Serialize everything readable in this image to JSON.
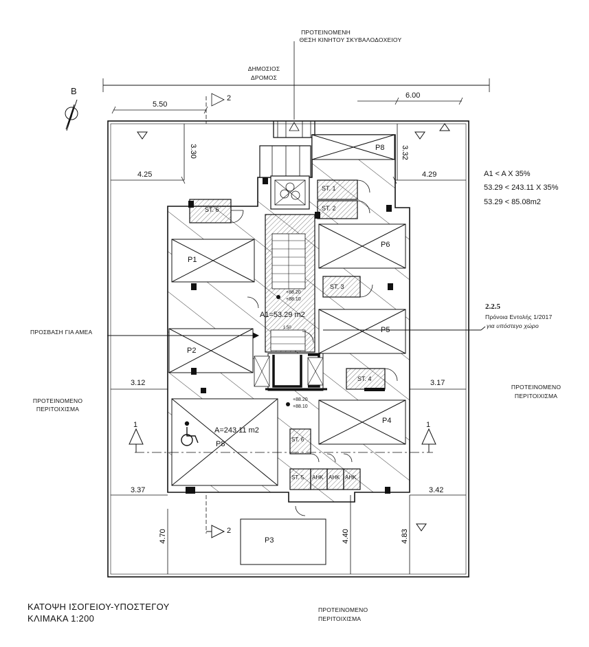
{
  "drawing": {
    "title": "ΚΑΤΟΨΗ ΙΣΟΓΕΙΟΥ-ΥΠΟΣΤΕΓΟΥ",
    "scale": "ΚΛΙΜΑΚΑ 1:200",
    "north_label": "B"
  },
  "annotations": {
    "bin_line1": "ΠΡΟΤΕΙΝΟΜΕΝΗ",
    "bin_line2": "ΘΕΣΗ ΚΙΝΗΤΟΥ  ΣΚΥΒΑΛΟΔΟΧΕΙΟΥ",
    "road_line1": "ΔΗΜΟΣΙΟΣ",
    "road_line2": "ΔΡΟΜΟΣ",
    "access": "ΠΡΟΣΒΑΣΗ ΓΙΑ ΑΜΕΑ",
    "wall_left_1": "ΠΡΟΤΕΙΝΟΜΕΝΟ",
    "wall_left_2": "ΠΕΡΙΤΟΙΧΙΣΜΑ",
    "wall_right_1": "ΠΡΟΤΕΙΝΟΜΕΝΟ",
    "wall_right_2": "ΠΕΡΙΤΟΙΧΙΣΜΑ",
    "wall_bottom_1": "ΠΡΟΤΕΙΝΟΜΕΝΟ",
    "wall_bottom_2": "ΠΕΡΙΤΟΙΧΙΣΜΑ",
    "rule_code": "2.2.5",
    "rule_line1": "Πρόνοια Εντολής 1/2017",
    "rule_line2": "για υπόστεγο χώρο"
  },
  "calc": {
    "line1": "A1  <  A X 35%",
    "line2": "53.29  <  243.11 X 35%",
    "line3": "53.29  <  85.08m2"
  },
  "dimensions": {
    "d550": "5.50",
    "d600": "6.00",
    "d330": "3.30",
    "d332": "3.32",
    "d425": "4.25",
    "d429": "4.29",
    "d312": "3.12",
    "d317": "3.17",
    "d337": "3.37",
    "d342": "3.42",
    "d470": "4.70",
    "d440": "4.40",
    "d483": "4.83"
  },
  "section_marks": {
    "s2": "2",
    "s1": "1"
  },
  "areas": {
    "a1": "A1=53.29 m2",
    "total": "A=243.11 m2"
  },
  "levels": {
    "upper_a": "+88.20",
    "upper_b": "+88.10",
    "lower_a": "+88.20",
    "lower_b": "+88.10",
    "stair": "1.50"
  },
  "parking": [
    "P1",
    "P2",
    "P3",
    "P4",
    "P5",
    "P6",
    "P8",
    "P8"
  ],
  "storage": [
    "ST. 1",
    "ST. 2",
    "ST. 3",
    "ST. 4",
    "ST. 5",
    "ST. 6",
    "ST. 6"
  ],
  "meters": [
    "ΑΗΚ",
    "ΑΗΚ",
    "ΑΗΚ"
  ]
}
